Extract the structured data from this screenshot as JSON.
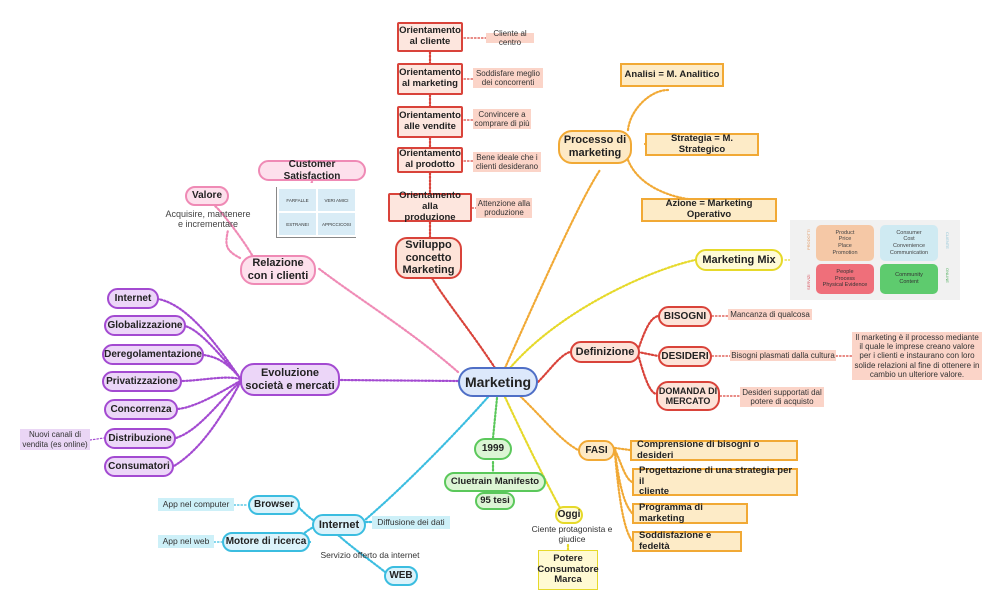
{
  "center": "Marketing",
  "sviluppo": {
    "title": "Sviluppo\nconcetto\nMarketing",
    "items": [
      {
        "label": "Orientamento\nal cliente",
        "note": "Cliente al centro"
      },
      {
        "label": "Orientamento\nal marketing",
        "note": "Soddisfare meglio\ndei concorrenti"
      },
      {
        "label": "Orientamento\nalle vendite",
        "note": "Convincere a\ncomprare di più"
      },
      {
        "label": "Orientamento\nal prodotto",
        "note": "Bene ideale che i\nclienti desiderano"
      },
      {
        "label": "Orientamento alla\nproduzione",
        "note": "Attenzione alla\nproduzione"
      }
    ]
  },
  "processo": {
    "title": "Processo di\nmarketing",
    "items": [
      "Analisi = M. Analitico",
      "Strategia = M. Strategico",
      "Azione = Marketing Operativo"
    ]
  },
  "marketing_mix": {
    "title": "Marketing Mix",
    "image": {
      "cells": [
        "Product\nPrice\nPlace\nPromotion",
        "Consumer\nCost\nConvenience\nCommunication",
        "People\nProcess\nPhysical Evidence",
        "Community\nContent"
      ],
      "side_labels": [
        "PRODOTTI",
        "SERVIZI",
        "CLIENTE",
        "ONLINE"
      ]
    }
  },
  "definizione": {
    "title": "Definizione",
    "items": [
      {
        "label": "BISOGNI",
        "note": "Mancanza di qualcosa"
      },
      {
        "label": "DESIDERI",
        "note": "Bisogni plasmati dalla cultura"
      },
      {
        "label": "DOMANDA DI\nMERCATO",
        "note": "Desideri supportati dal\npotere di acquisto"
      }
    ],
    "callout": "Il marketing è il processo mediante\nil quale le imprese creano valore\nper i clienti e instaurano con loro\nsolide relazioni al fine di ottenere in\ncambio un ulteriore valore."
  },
  "fasi": {
    "title": "FASI",
    "items": [
      "Comprensione di bisogni o desideri",
      "Progettazione di una strategia per il\ncliente",
      "Programma di marketing",
      "Soddisfazione e fedeltà"
    ]
  },
  "oggi": {
    "title": "Oggi",
    "note": "Ciente protagonista e\ngiudice",
    "box": "Potere\nConsumatore\nMarca"
  },
  "cluetrain": {
    "year": "1999",
    "title": "Cluetrain Manifesto",
    "sub": "95 tesi"
  },
  "internet": {
    "title": "Internet",
    "note_right": "Diffusione dei dati",
    "note_below": "Servizio offerto da internet",
    "items": [
      {
        "label": "Browser",
        "note": "App nel computer"
      },
      {
        "label": "Motore di ricerca",
        "note": "App nel web"
      },
      {
        "label": "WEB"
      }
    ]
  },
  "evoluzione": {
    "title": "Evoluzione\nsocietà e mercati",
    "items": [
      "Internet",
      "Globalizzazione",
      "Deregolamentazione",
      "Privatizzazione",
      "Concorrenza",
      "Distribuzione",
      "Consumatori"
    ],
    "distribuzione_note": "Nuovi canali di\nvendita (es online)"
  },
  "relazione": {
    "title": "Relazione\ncon i clienti",
    "customer_satisfaction": "Customer Satisfaction",
    "valore": "Valore",
    "valore_note": "Acquisire, mantenere\ne incrementare",
    "matrix_cells": [
      "FARFALLE",
      "VERI AMICI",
      "ESTRANEI",
      "APPICCICOSI"
    ]
  },
  "colors": {
    "red": "#d9433a",
    "orange": "#f1a935",
    "yellow": "#e6d92a",
    "green": "#5bc85b",
    "cyan": "#3bbde0",
    "purple": "#a34ad1",
    "pink": "#ef8ab5",
    "blue": "#4f6fc6"
  }
}
